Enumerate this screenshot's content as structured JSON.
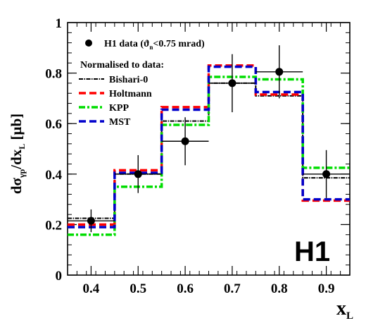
{
  "chart_data": {
    "type": "line",
    "subtype": "histogram-with-datapoints",
    "xlabel_main": "x",
    "xlabel_sub": "L",
    "ylabel": "dσ",
    "ylabel_sub": "γp",
    "ylabel_rest": "/dx",
    "ylabel_sub2": "L",
    "ylabel_unit": " [μb]",
    "xlim": [
      0.35,
      0.95
    ],
    "ylim": [
      0,
      1
    ],
    "x_ticks": [
      "0.4",
      "0.5",
      "0.6",
      "0.7",
      "0.8",
      "0.9"
    ],
    "y_ticks": [
      "0",
      "0.2",
      "0.4",
      "0.6",
      "0.8",
      "1"
    ],
    "bin_edges": [
      0.35,
      0.45,
      0.55,
      0.65,
      0.75,
      0.85,
      0.95
    ],
    "legend": {
      "data_label_main": "H1 data (",
      "data_label_theta": "ϑ",
      "data_label_rest": "<0.75 mrad)",
      "header": "Normalised to data:"
    },
    "data_points": {
      "name": "H1 data",
      "x": [
        0.4,
        0.5,
        0.6,
        0.7,
        0.8,
        0.9
      ],
      "y": [
        0.215,
        0.4,
        0.53,
        0.76,
        0.805,
        0.4
      ],
      "err": [
        0.045,
        0.075,
        0.095,
        0.115,
        0.105,
        0.095
      ]
    },
    "series": [
      {
        "name": "Bishari-0",
        "color": "#000000",
        "style": "dash-dot-small",
        "values": [
          0.225,
          0.4,
          0.61,
          0.76,
          0.71,
          0.385
        ]
      },
      {
        "name": "Holtmann",
        "color": "#ff0000",
        "style": "dashed",
        "values": [
          0.2,
          0.415,
          0.665,
          0.83,
          0.715,
          0.295
        ]
      },
      {
        "name": "KPP",
        "color": "#00dd00",
        "style": "dash-dot",
        "values": [
          0.16,
          0.35,
          0.595,
          0.785,
          0.775,
          0.425
        ]
      },
      {
        "name": "MST",
        "color": "#0000cc",
        "style": "dashed",
        "values": [
          0.19,
          0.405,
          0.655,
          0.825,
          0.725,
          0.3
        ]
      }
    ],
    "logo": "H1",
    "grid": false,
    "legend_placement": "top-left"
  }
}
